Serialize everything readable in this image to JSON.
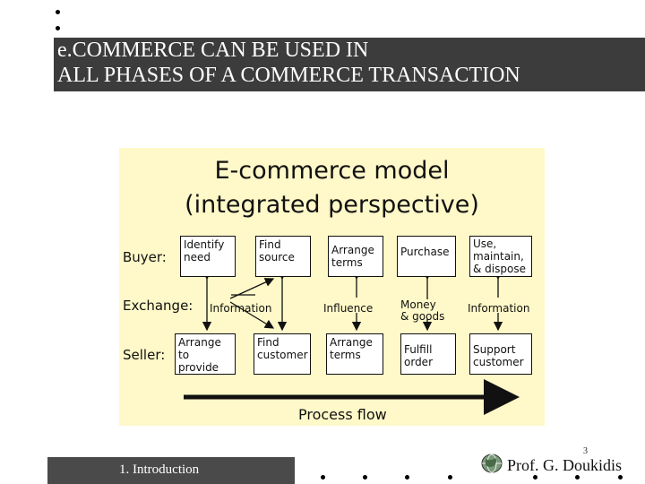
{
  "slide": {
    "title_line1": "e.COMMERCE CAN BE USED IN",
    "title_line2": "ALL PHASES OF A COMMERCE TRANSACTION"
  },
  "diagram": {
    "title": "E-commerce model",
    "subtitle": "(integrated perspective)",
    "rows": {
      "buyer": "Buyer:",
      "exchange": "Exchange:",
      "seller": "Seller:"
    },
    "buyer_boxes": [
      "Identify\nneed",
      "Find\nsource",
      "Arrange\nterms",
      "Purchase",
      "Use,\nmaintain,\n& dispose"
    ],
    "exchange_items": [
      "Information",
      "Influence",
      "Money\n& goods",
      "Information"
    ],
    "seller_boxes": [
      "Arrange\nto provide",
      "Find\ncustomer",
      "Arrange\nterms",
      "Fulfill\norder",
      "Support\ncustomer"
    ],
    "process_flow": "Process flow"
  },
  "footer": {
    "section": "1. Introduction",
    "page_number": "3",
    "author": "Prof. G. Doukidis"
  },
  "colors": {
    "title_bar": "#3c3c3c",
    "diagram_background": "#fff8c8",
    "footer_bar": "#4a4a4a"
  }
}
